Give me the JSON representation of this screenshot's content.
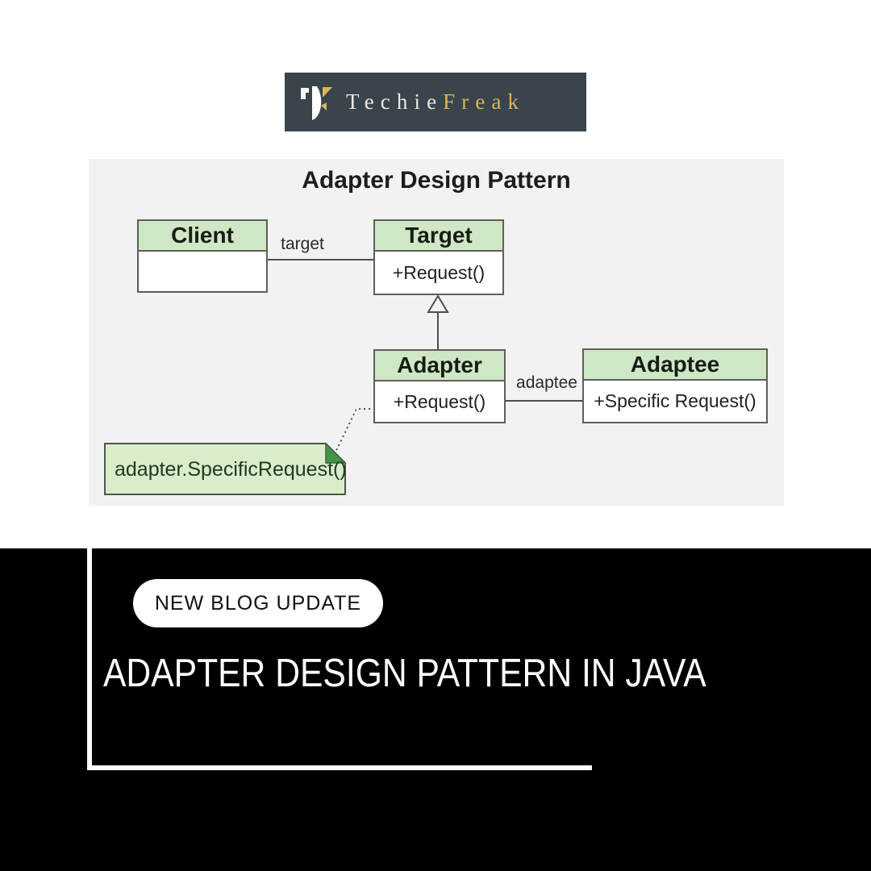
{
  "logo": {
    "brand_first": "Techie",
    "brand_second": "Freak",
    "banner_bg": "#39444b",
    "first_color": "#e9e9e6",
    "second_color": "#d8b75a"
  },
  "diagram": {
    "title": "Adapter Design Pattern",
    "panel_bg": "#f2f2f2",
    "class_header_bg": "#cfe7c5",
    "border_color": "#5c6057",
    "classes": [
      {
        "name": "Client",
        "member": ""
      },
      {
        "name": "Target",
        "member": "+Request()"
      },
      {
        "name": "Adapter",
        "member": "+Request()"
      },
      {
        "name": "Adaptee",
        "member": "+Specific Request()"
      }
    ],
    "edge_labels": {
      "client_target": "target",
      "adapter_adaptee": "adaptee"
    },
    "note": {
      "text": "adapter.SpecificRequest()",
      "bg": "#d9edcb",
      "fold_color": "#3f9647"
    }
  },
  "banner": {
    "badge_label": "NEW BLOG UPDATE",
    "title": "ADAPTER DESIGN PATTERN IN JAVA"
  }
}
